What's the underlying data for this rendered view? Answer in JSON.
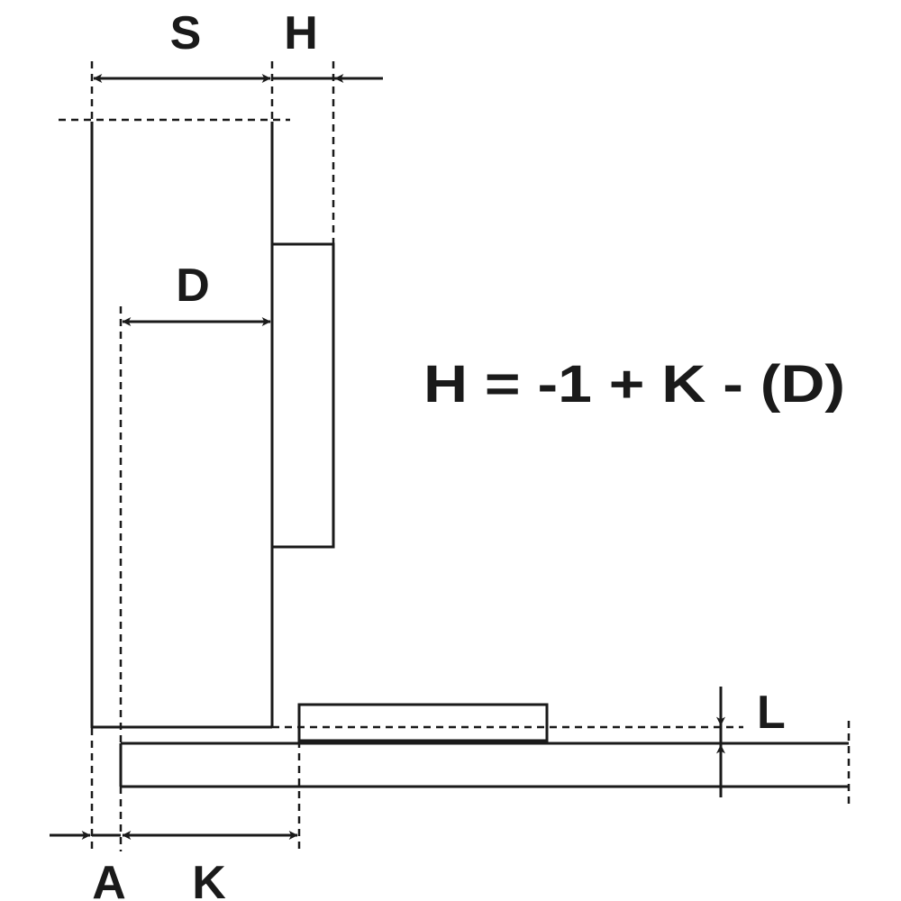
{
  "labels": {
    "S": "S",
    "H": "H",
    "D": "D",
    "L": "L",
    "A": "A",
    "K": "K"
  },
  "formula": "H = -1 + K - (D)",
  "colors": {
    "ink": "#1a1a1a",
    "background": "#ffffff"
  }
}
